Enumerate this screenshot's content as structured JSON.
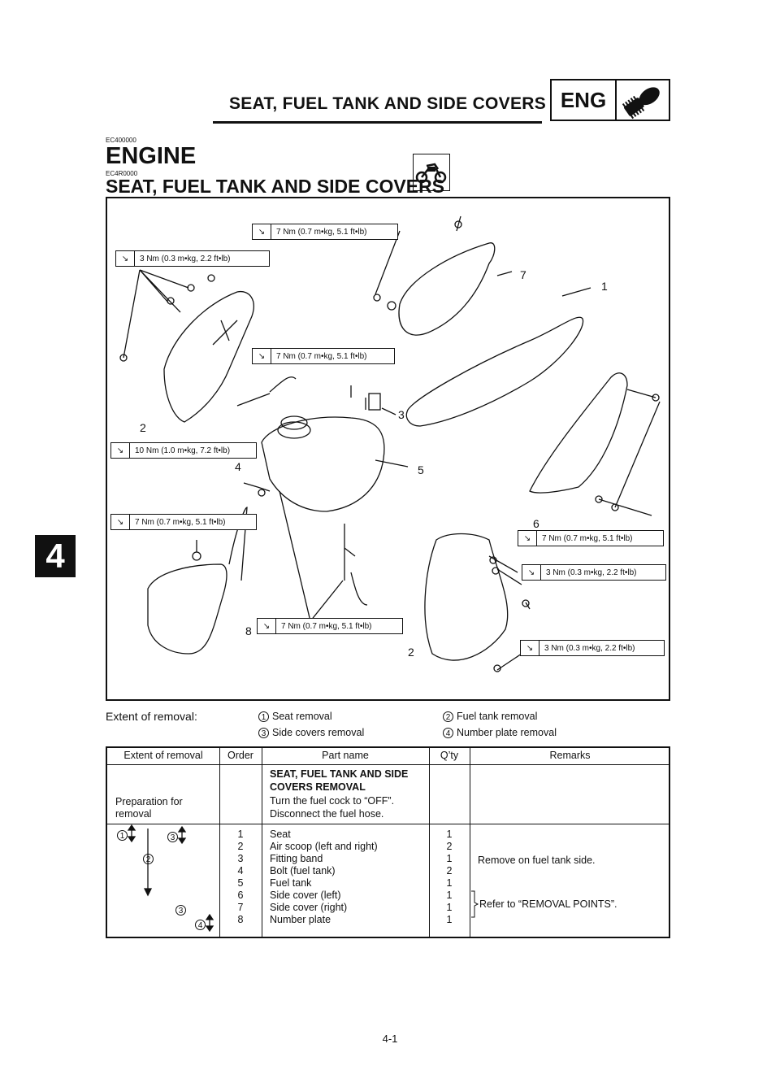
{
  "header": {
    "title": "SEAT, FUEL TANK AND SIDE COVERS",
    "badge": "ENG"
  },
  "section": {
    "code1": "EC400000",
    "chapter": "ENGINE",
    "code2": "EC4R0000",
    "heading": "SEAT, FUEL TANK AND SIDE COVERS"
  },
  "diagram": {
    "torques": [
      "7 Nm (0.7 m•kg, 5.1 ft•lb)",
      "3 Nm (0.3 m•kg, 2.2 ft•lb)",
      "7 Nm (0.7 m•kg, 5.1 ft•lb)",
      "10 Nm (1.0 m•kg, 7.2 ft•lb)",
      "7 Nm (0.7 m•kg, 5.1 ft•lb)",
      "7 Nm (0.7 m•kg, 5.1 ft•lb)",
      "3 Nm (0.3 m•kg, 2.2 ft•lb)",
      "7 Nm (0.7 m•kg, 5.1 ft•lb)",
      "3 Nm (0.3 m•kg, 2.2 ft•lb)"
    ],
    "callouts": [
      "7",
      "1",
      "2",
      "3",
      "4",
      "5",
      "6",
      "8",
      "2"
    ]
  },
  "side_tab": "4",
  "extent": {
    "label": "Extent of removal:",
    "items": [
      {
        "n": "1",
        "text": "Seat removal"
      },
      {
        "n": "2",
        "text": "Fuel tank removal"
      },
      {
        "n": "3",
        "text": "Side covers removal"
      },
      {
        "n": "4",
        "text": "Number plate removal"
      }
    ]
  },
  "table": {
    "headers": [
      "Extent of removal",
      "Order",
      "Part name",
      "Q’ty",
      "Remarks"
    ],
    "prep": {
      "extent": "Preparation for",
      "extent2": "removal",
      "title1": "SEAT, FUEL TANK AND SIDE",
      "title2": "COVERS REMOVAL",
      "step1": "Turn the fuel cock to “OFF”.",
      "step2": "Disconnect the fuel hose."
    },
    "rows": [
      {
        "order": "1",
        "part": "Seat",
        "qty": "1"
      },
      {
        "order": "2",
        "part": "Air scoop (left and right)",
        "qty": "2"
      },
      {
        "order": "3",
        "part": "Fitting band",
        "qty": "1"
      },
      {
        "order": "4",
        "part": "Bolt (fuel tank)",
        "qty": "2"
      },
      {
        "order": "5",
        "part": "Fuel tank",
        "qty": "1"
      },
      {
        "order": "6",
        "part": "Side cover (left)",
        "qty": "1"
      },
      {
        "order": "7",
        "part": "Side cover (right)",
        "qty": "1"
      },
      {
        "order": "8",
        "part": "Number plate",
        "qty": "1"
      }
    ],
    "remark1": "Remove on fuel tank side.",
    "remark2": "Refer to “REMOVAL POINTS”.",
    "extent_markers": [
      "1",
      "3",
      "2",
      "3",
      "4"
    ]
  },
  "footer": {
    "page": "4-1"
  }
}
